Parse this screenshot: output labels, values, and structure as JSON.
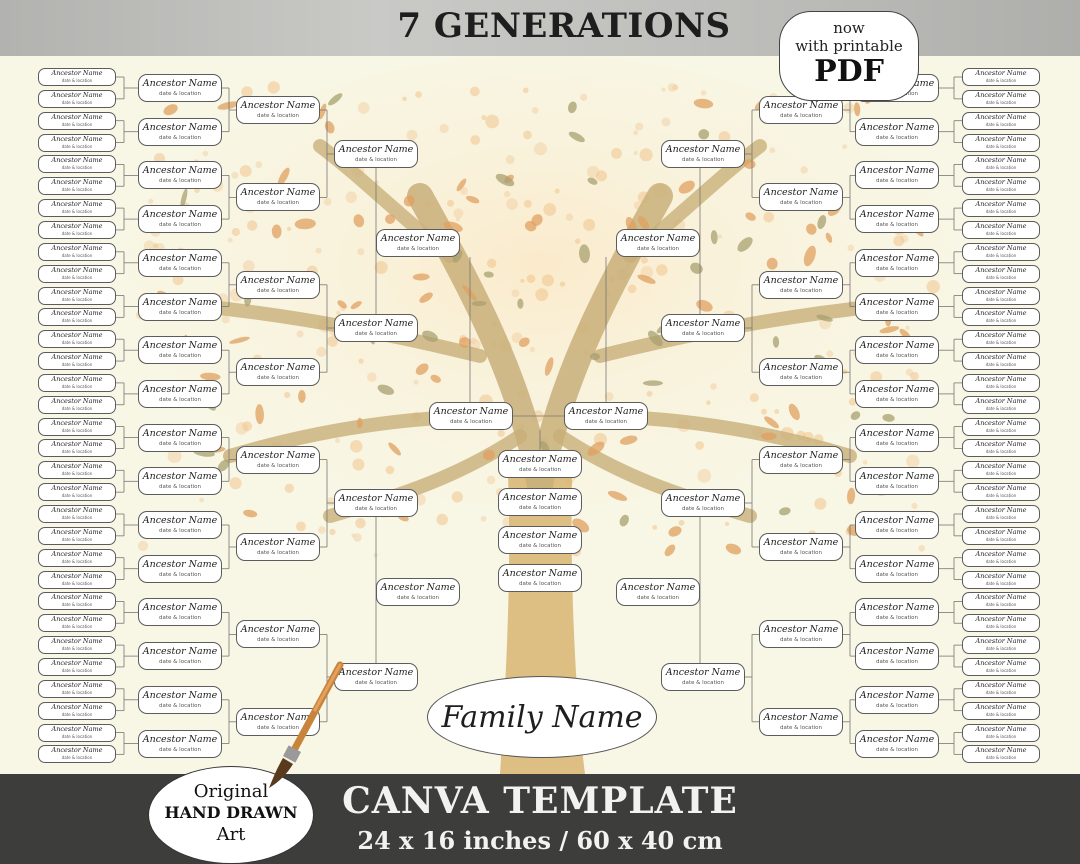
{
  "header": {
    "title": "7 GENERATIONS"
  },
  "pdf_badge": {
    "line1": "now",
    "line2": "with printable",
    "line3": "PDF"
  },
  "tree": {
    "box_name": "Ancestor Name",
    "box_detail": "date & location",
    "family_name": "Family Name"
  },
  "footer": {
    "title": "CANVA TEMPLATE",
    "size": "24 x 16 inches / 60 x 40 cm"
  },
  "art_badge": {
    "line1": "Original",
    "line2": "HAND DRAWN",
    "line3": "Art"
  },
  "icons": [
    "paintbrush-icon"
  ],
  "colors": {
    "leaf_orange": "#e0a060",
    "leaf_olive": "#a8a070",
    "trunk": "#d9b878",
    "poster_bg": "#f8f6e4",
    "footer_bg": "#3d3d3b"
  }
}
